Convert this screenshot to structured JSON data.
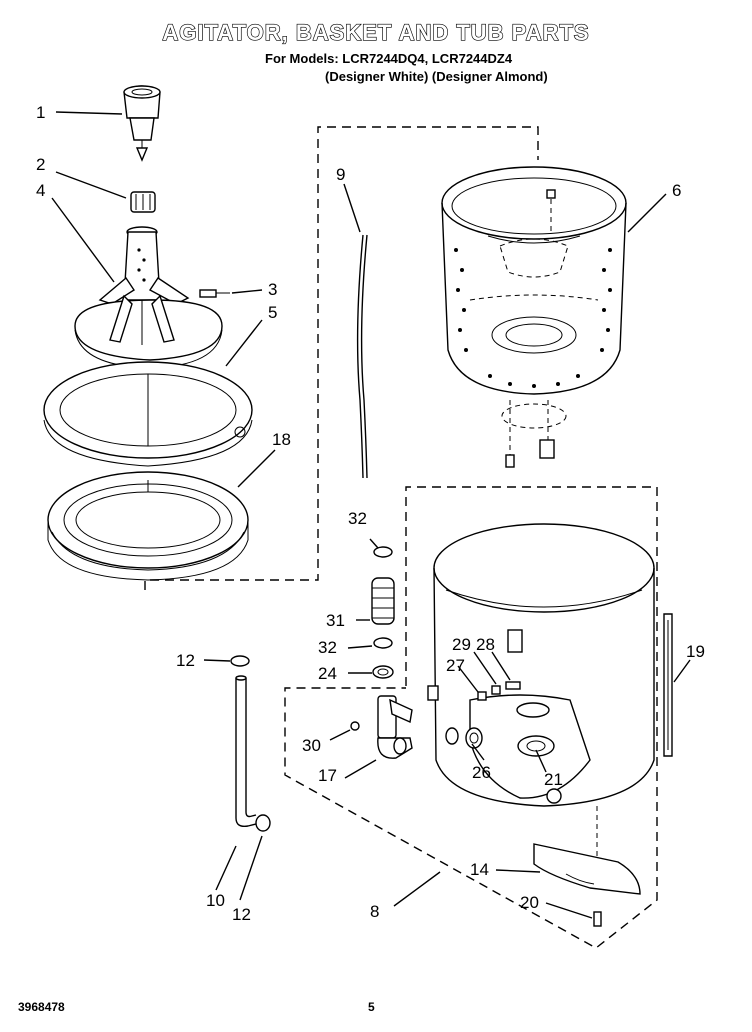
{
  "header": {
    "title": "AGITATOR, BASKET AND TUB PARTS",
    "models": "For Models: LCR7244DQ4, LCR7244DZ4",
    "colors": "(Designer White) (Designer Almond)"
  },
  "callouts": {
    "c1": "1",
    "c2": "2",
    "c3": "3",
    "c4": "4",
    "c5": "5",
    "c6": "6",
    "c8": "8",
    "c9": "9",
    "c10": "10",
    "c12a": "12",
    "c12b": "12",
    "c14": "14",
    "c17": "17",
    "c18": "18",
    "c19": "19",
    "c20": "20",
    "c21": "21",
    "c24": "24",
    "c26": "26",
    "c27": "27",
    "c28": "28",
    "c29": "29",
    "c30": "30",
    "c31": "31",
    "c32a": "32",
    "c32b": "32"
  },
  "footer": {
    "doc_number": "3968478",
    "page": "5"
  }
}
